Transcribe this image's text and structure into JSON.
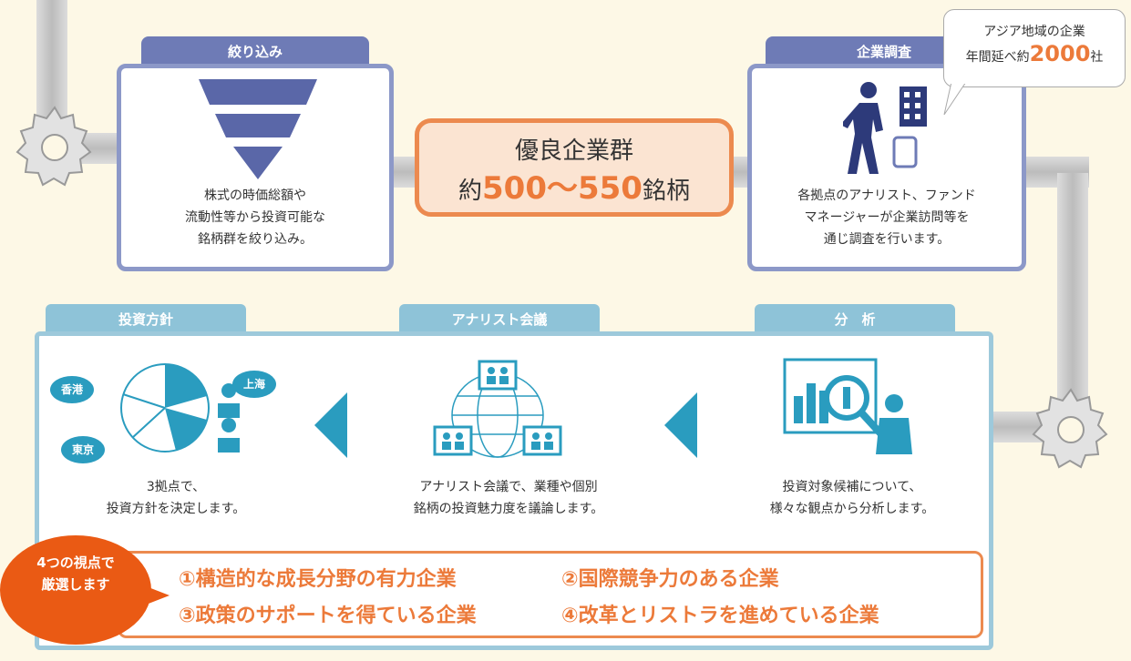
{
  "screening": {
    "tab": "絞り込み",
    "desc": [
      "株式の時価総額や",
      "流動性等から投資可能な",
      "銘柄群を絞り込み。"
    ]
  },
  "center": {
    "line1": "優良企業群",
    "prefix": "約",
    "range": "500〜550",
    "suffix": "銘柄"
  },
  "research": {
    "tab": "企業調査",
    "desc": [
      "各拠点のアナリスト、ファンド",
      "マネージャーが企業訪問等を",
      "通じ調査を行います。"
    ]
  },
  "callout": {
    "line1": "アジア地域の企業",
    "prefix": "年間延べ約",
    "number": "2000",
    "suffix": "社"
  },
  "policy": {
    "tab": "投資方針",
    "desc": [
      "3拠点で、",
      "投資方針を決定します。"
    ],
    "bubbles": [
      "香港",
      "上海",
      "東京"
    ]
  },
  "analyst_meeting": {
    "tab": "アナリスト会議",
    "desc": [
      "アナリスト会議で、業種や個別",
      "銘柄の投資魅力度を議論します。"
    ]
  },
  "analysis": {
    "tab": "分　析",
    "desc": [
      "投資対象候補について、",
      "様々な観点から分析します。"
    ]
  },
  "viewpoints": {
    "badge": [
      "4つの視点で",
      "厳選します"
    ],
    "items": [
      "①構造的な成長分野の有力企業",
      "②国際競争力のある企業",
      "③政策のサポートを得ている企業",
      "④改革とリストラを進めている企業"
    ]
  },
  "colors": {
    "orange": "#ec7a3a",
    "navy_tab": "#6e7bb6",
    "teal": "#2a9cbf",
    "light_teal_tab": "#8ec3d8"
  }
}
